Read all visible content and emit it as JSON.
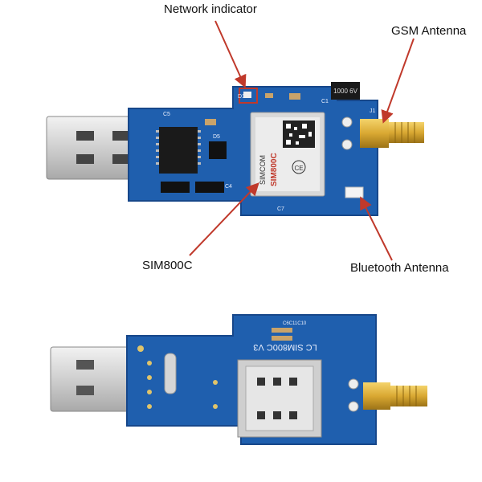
{
  "callouts": {
    "network_indicator": "Network indicator",
    "gsm_antenna": "GSM Antenna",
    "sim800c": "SIM800C",
    "bluetooth_antenna": "Bluetooth Antenna"
  },
  "top_board": {
    "module_brand": "SIMCOM",
    "module_name": "SIM800C",
    "cap_label": "1000 6V",
    "silk_c5": "C5",
    "silk_c4": "C4",
    "silk_d1": "D1",
    "silk_c1": "C1",
    "silk_j1": "J1",
    "silk_d5": "D5",
    "silk_c7": "C7"
  },
  "bottom_board": {
    "board_label": "LC SIM800C V3",
    "silk_c6": "C6C11C10"
  },
  "colors": {
    "pcb": "#1f5fae",
    "pcb_dark": "#17478a",
    "gold": "#d9a832",
    "usb_metal": "#cfcfcf",
    "arrow": "#c0392b"
  }
}
